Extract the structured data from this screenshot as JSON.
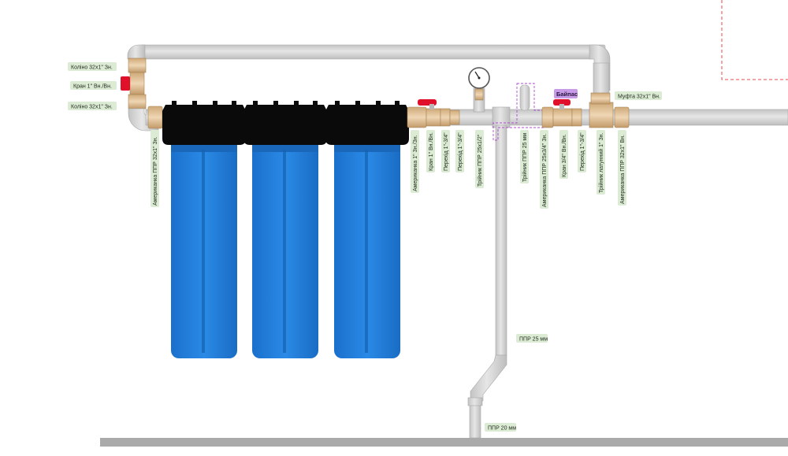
{
  "labels_left": [
    "Коліно 32x1\" Зн.",
    "Кран 1\" Вн./Вн.",
    "Коліно 32x1\" Зн."
  ],
  "label_american_left": "Американка ППР 32x1\" Зн.",
  "labels_vertical": [
    "Американка 1\" Зн./Зн.",
    "Кран 1\" Вн./Вн.",
    "Перехід 1\"-3/4\"",
    "Перехід 1\"-3/4\"",
    "Трійник ППР 25x1/2\"",
    "Трійник ППР 25 мм",
    "Американка ППР 25x3/4\" Зн.",
    "Кран 3/4\" Вн./Вн.",
    "Перехід 1\"-3/4\"",
    "Трійник латунний 1\" Зн.",
    "Американка ППР 32x1\" Вн."
  ],
  "label_coupling": "Муфта 32x1\" Вн.",
  "label_bypass": "Байпас",
  "label_ppr25": "ППР 25 мм",
  "label_ppr20": "ППР 20 мм",
  "colors": {
    "pipe": "#d4d4d4",
    "pipe_stroke": "#a8a8a8",
    "filter_body": "#1f7bd6",
    "filter_cap": "#0a0a0a",
    "brass": "#e3c39b",
    "valve_handle": "#e0102a",
    "label_bg": "#dcebd3",
    "bypass_bg": "#c79be8",
    "dashed": "#e84a4a"
  }
}
